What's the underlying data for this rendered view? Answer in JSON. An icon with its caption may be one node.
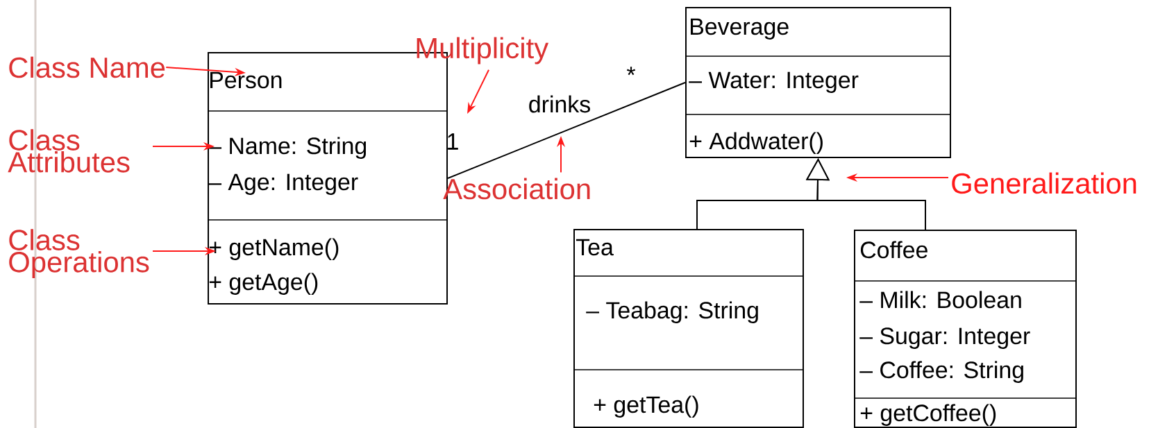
{
  "diagram": {
    "nodes": [
      {
        "text": [
          "Person",
          "– Name: String",
          "– Age: Integer",
          "+ getName()",
          "+ getAge()"
        ]
      },
      {
        "text": [
          "Beverage",
          "– Water: Integer",
          "+ Addwater()"
        ]
      },
      {
        "text": [
          "Tea",
          "– Teabag: String",
          "+ getTea()"
        ]
      },
      {
        "text": [
          "Coffee",
          "– Milk: Boolean",
          "– Sugar: Integer",
          "– Coffee: String",
          "+ getCoffee()"
        ]
      },
      {
        "text": [
          "Class Name"
        ]
      },
      {
        "text": [
          "Class Attributes"
        ]
      },
      {
        "text": [
          "Class Operations"
        ]
      },
      {
        "text": [
          "Multiplicity"
        ]
      },
      {
        "text": [
          "Association"
        ]
      },
      {
        "text": [
          "Generalization"
        ]
      }
    ],
    "edges": [
      {
        "from": 0,
        "to": 1,
        "arrow": "none",
        "label": "drinks",
        "color": "#000000"
      },
      {
        "from": 2,
        "to": 1,
        "arrow": "to",
        "color": "#000000"
      },
      {
        "from": 3,
        "to": 1,
        "arrow": "to",
        "color": "#000000"
      },
      {
        "from": 4,
        "to": 0,
        "arrow": "to"
      },
      {
        "from": 5,
        "to": 0,
        "arrow": "to"
      },
      {
        "from": 6,
        "to": 0,
        "arrow": "to"
      },
      {
        "from": 7,
        "to": null,
        "arrow": "to"
      },
      {
        "from": 8,
        "to": null,
        "arrow": "to"
      },
      {
        "from": 9,
        "to": null,
        "arrow": "to"
      }
    ],
    "labels": [
      "*",
      "1"
    ]
  }
}
